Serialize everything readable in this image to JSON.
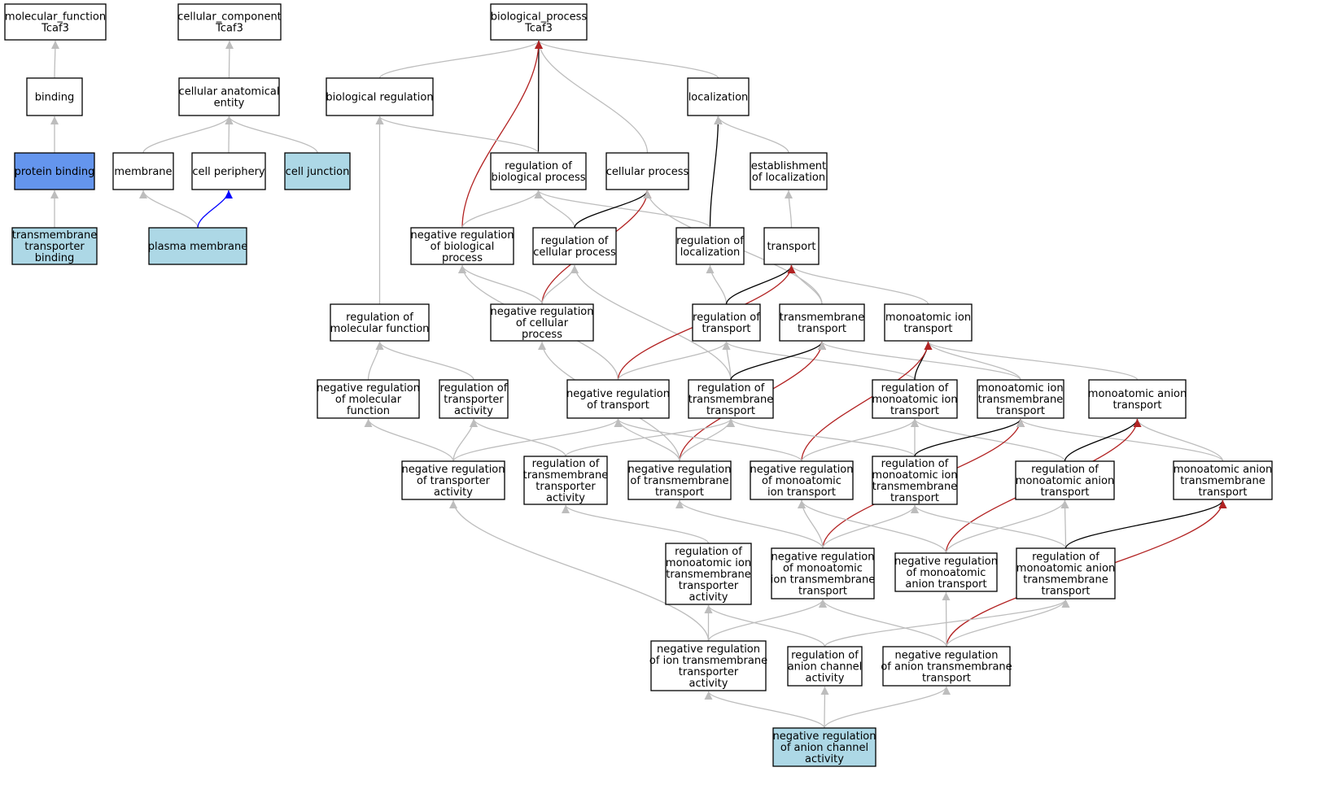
{
  "colors": {
    "plain": "#ffffff",
    "light_blue": "#add8e6",
    "cornflower": "#6495ed",
    "grey": "#bdbdbd",
    "black": "#000000",
    "red": "#b22222",
    "blue": "#0000ff"
  },
  "nodes": [
    {
      "id": "mf",
      "lines": [
        "molecular_function",
        "Tcaf3"
      ],
      "fill": "plain"
    },
    {
      "id": "cc",
      "lines": [
        "cellular_component",
        "Tcaf3"
      ],
      "fill": "plain"
    },
    {
      "id": "bp",
      "lines": [
        "biological_process",
        "Tcaf3"
      ],
      "fill": "plain"
    },
    {
      "id": "binding",
      "lines": [
        "binding"
      ],
      "fill": "plain"
    },
    {
      "id": "cae",
      "lines": [
        "cellular anatomical",
        "entity"
      ],
      "fill": "plain"
    },
    {
      "id": "bioreg",
      "lines": [
        "biological regulation"
      ],
      "fill": "plain"
    },
    {
      "id": "loc",
      "lines": [
        "localization"
      ],
      "fill": "plain"
    },
    {
      "id": "protbind",
      "lines": [
        "protein binding"
      ],
      "fill": "cornflower"
    },
    {
      "id": "membrane",
      "lines": [
        "membrane"
      ],
      "fill": "plain"
    },
    {
      "id": "cellper",
      "lines": [
        "cell periphery"
      ],
      "fill": "plain"
    },
    {
      "id": "celljunc",
      "lines": [
        "cell junction"
      ],
      "fill": "light_blue"
    },
    {
      "id": "regbp",
      "lines": [
        "regulation of",
        "biological process"
      ],
      "fill": "plain"
    },
    {
      "id": "cellproc",
      "lines": [
        "cellular process"
      ],
      "fill": "plain"
    },
    {
      "id": "estloc",
      "lines": [
        "establishment",
        "of localization"
      ],
      "fill": "plain"
    },
    {
      "id": "tmtb",
      "lines": [
        "transmembrane",
        "transporter",
        "binding"
      ],
      "fill": "light_blue"
    },
    {
      "id": "plasmam",
      "lines": [
        "plasma membrane"
      ],
      "fill": "light_blue"
    },
    {
      "id": "negregbp",
      "lines": [
        "negative regulation",
        "of biological",
        "process"
      ],
      "fill": "plain"
    },
    {
      "id": "regcp",
      "lines": [
        "regulation of",
        "cellular process"
      ],
      "fill": "plain"
    },
    {
      "id": "regloc",
      "lines": [
        "regulation of",
        "localization"
      ],
      "fill": "plain"
    },
    {
      "id": "transport",
      "lines": [
        "transport"
      ],
      "fill": "plain"
    },
    {
      "id": "regmf",
      "lines": [
        "regulation of",
        "molecular function"
      ],
      "fill": "plain"
    },
    {
      "id": "negregcp",
      "lines": [
        "negative regulation",
        "of cellular",
        "process"
      ],
      "fill": "plain"
    },
    {
      "id": "regtr",
      "lines": [
        "regulation of",
        "transport"
      ],
      "fill": "plain"
    },
    {
      "id": "tmt",
      "lines": [
        "transmembrane",
        "transport"
      ],
      "fill": "plain"
    },
    {
      "id": "mit",
      "lines": [
        "monoatomic ion",
        "transport"
      ],
      "fill": "plain"
    },
    {
      "id": "negregmf",
      "lines": [
        "negative regulation",
        "of molecular",
        "function"
      ],
      "fill": "plain"
    },
    {
      "id": "regta",
      "lines": [
        "regulation of",
        "transporter",
        "activity"
      ],
      "fill": "plain"
    },
    {
      "id": "negregtr",
      "lines": [
        "negative regulation",
        "of transport"
      ],
      "fill": "plain"
    },
    {
      "id": "regtmt",
      "lines": [
        "regulation of",
        "transmembrane",
        "transport"
      ],
      "fill": "plain"
    },
    {
      "id": "regmit",
      "lines": [
        "regulation of",
        "monoatomic ion",
        "transport"
      ],
      "fill": "plain"
    },
    {
      "id": "mitmt",
      "lines": [
        "monoatomic ion",
        "transmembrane",
        "transport"
      ],
      "fill": "plain"
    },
    {
      "id": "mat",
      "lines": [
        "monoatomic anion",
        "transport"
      ],
      "fill": "plain"
    },
    {
      "id": "negregta",
      "lines": [
        "negative regulation",
        "of transporter",
        "activity"
      ],
      "fill": "plain"
    },
    {
      "id": "regtmta",
      "lines": [
        "regulation of",
        "transmembrane",
        "transporter",
        "activity"
      ],
      "fill": "plain"
    },
    {
      "id": "negregtmt",
      "lines": [
        "negative regulation",
        "of transmembrane",
        "transport"
      ],
      "fill": "plain"
    },
    {
      "id": "negregmit",
      "lines": [
        "negative regulation",
        "of monoatomic",
        "ion transport"
      ],
      "fill": "plain"
    },
    {
      "id": "regmitmt",
      "lines": [
        "regulation of",
        "monoatomic ion",
        "transmembrane",
        "transport"
      ],
      "fill": "plain"
    },
    {
      "id": "regmat",
      "lines": [
        "regulation of",
        "monoatomic anion",
        "transport"
      ],
      "fill": "plain"
    },
    {
      "id": "matmt",
      "lines": [
        "monoatomic anion",
        "transmembrane",
        "transport"
      ],
      "fill": "plain"
    },
    {
      "id": "regmitmta",
      "lines": [
        "regulation of",
        "monoatomic ion",
        "transmembrane",
        "transporter",
        "activity"
      ],
      "fill": "plain"
    },
    {
      "id": "negregmitmt",
      "lines": [
        "negative regulation",
        "of monoatomic",
        "ion transmembrane",
        "transport"
      ],
      "fill": "plain"
    },
    {
      "id": "negregmat",
      "lines": [
        "negative regulation",
        "of monoatomic",
        "anion transport"
      ],
      "fill": "plain"
    },
    {
      "id": "regmatmt",
      "lines": [
        "regulation of",
        "monoatomic anion",
        "transmembrane",
        "transport"
      ],
      "fill": "plain"
    },
    {
      "id": "negregitmta",
      "lines": [
        "negative regulation",
        "of ion transmembrane",
        "transporter",
        "activity"
      ],
      "fill": "plain"
    },
    {
      "id": "regac",
      "lines": [
        "regulation of",
        "anion channel",
        "activity"
      ],
      "fill": "plain"
    },
    {
      "id": "negregatmt",
      "lines": [
        "negative regulation",
        "of anion transmembrane",
        "transport"
      ],
      "fill": "plain"
    },
    {
      "id": "negregaca",
      "lines": [
        "negative regulation",
        "of anion channel",
        "activity"
      ],
      "fill": "light_blue"
    }
  ],
  "edges": [
    {
      "from": "binding",
      "to": "mf",
      "color": "grey"
    },
    {
      "from": "protbind",
      "to": "binding",
      "color": "grey"
    },
    {
      "from": "tmtb",
      "to": "protbind",
      "color": "grey"
    },
    {
      "from": "cae",
      "to": "cc",
      "color": "grey"
    },
    {
      "from": "membrane",
      "to": "cae",
      "color": "grey"
    },
    {
      "from": "cellper",
      "to": "cae",
      "color": "grey"
    },
    {
      "from": "celljunc",
      "to": "cae",
      "color": "grey"
    },
    {
      "from": "plasmam",
      "to": "membrane",
      "color": "grey"
    },
    {
      "from": "plasmam",
      "to": "cellper",
      "color": "blue"
    },
    {
      "from": "bioreg",
      "to": "bp",
      "color": "grey"
    },
    {
      "from": "loc",
      "to": "bp",
      "color": "grey"
    },
    {
      "from": "regbp",
      "to": "bp",
      "color": "black"
    },
    {
      "from": "cellproc",
      "to": "bp",
      "color": "grey"
    },
    {
      "from": "negregbp",
      "to": "bp",
      "color": "red"
    },
    {
      "from": "regbp",
      "to": "bioreg",
      "color": "grey"
    },
    {
      "from": "regmf",
      "to": "bioreg",
      "color": "grey"
    },
    {
      "from": "regloc",
      "to": "loc",
      "color": "black"
    },
    {
      "from": "estloc",
      "to": "loc",
      "color": "grey"
    },
    {
      "from": "transport",
      "to": "estloc",
      "color": "grey"
    },
    {
      "from": "negregbp",
      "to": "regbp",
      "color": "grey"
    },
    {
      "from": "regcp",
      "to": "regbp",
      "color": "grey"
    },
    {
      "from": "regloc",
      "to": "regbp",
      "color": "grey"
    },
    {
      "from": "regcp",
      "to": "cellproc",
      "color": "black"
    },
    {
      "from": "negregcp",
      "to": "cellproc",
      "color": "red"
    },
    {
      "from": "tmt",
      "to": "cellproc",
      "color": "grey"
    },
    {
      "from": "negregcp",
      "to": "negregbp",
      "color": "grey"
    },
    {
      "from": "negregtr",
      "to": "negregbp",
      "color": "grey"
    },
    {
      "from": "negregcp",
      "to": "regcp",
      "color": "grey"
    },
    {
      "from": "regtmt",
      "to": "regcp",
      "color": "grey"
    },
    {
      "from": "regtr",
      "to": "regloc",
      "color": "grey"
    },
    {
      "from": "regtr",
      "to": "transport",
      "color": "black"
    },
    {
      "from": "tmt",
      "to": "transport",
      "color": "grey"
    },
    {
      "from": "mit",
      "to": "transport",
      "color": "grey"
    },
    {
      "from": "negregtr",
      "to": "transport",
      "color": "red"
    },
    {
      "from": "negregmf",
      "to": "regmf",
      "color": "grey"
    },
    {
      "from": "regta",
      "to": "regmf",
      "color": "grey"
    },
    {
      "from": "negregtmt",
      "to": "negregcp",
      "color": "grey"
    },
    {
      "from": "negregtr",
      "to": "regtr",
      "color": "grey"
    },
    {
      "from": "regtmt",
      "to": "regtr",
      "color": "grey"
    },
    {
      "from": "regmit",
      "to": "regtr",
      "color": "grey"
    },
    {
      "from": "regtmt",
      "to": "tmt",
      "color": "black"
    },
    {
      "from": "negregtmt",
      "to": "tmt",
      "color": "red"
    },
    {
      "from": "mitmt",
      "to": "tmt",
      "color": "grey"
    },
    {
      "from": "regmit",
      "to": "mit",
      "color": "black"
    },
    {
      "from": "mitmt",
      "to": "mit",
      "color": "grey"
    },
    {
      "from": "mat",
      "to": "mit",
      "color": "grey"
    },
    {
      "from": "negregmit",
      "to": "mit",
      "color": "red"
    },
    {
      "from": "negregta",
      "to": "negregmf",
      "color": "grey"
    },
    {
      "from": "negregta",
      "to": "regta",
      "color": "grey"
    },
    {
      "from": "regtmta",
      "to": "regta",
      "color": "grey"
    },
    {
      "from": "negregta",
      "to": "negregtr",
      "color": "grey"
    },
    {
      "from": "negregtmt",
      "to": "negregtr",
      "color": "grey"
    },
    {
      "from": "negregmit",
      "to": "negregtr",
      "color": "grey"
    },
    {
      "from": "regtmta",
      "to": "regtmt",
      "color": "grey"
    },
    {
      "from": "negregtmt",
      "to": "regtmt",
      "color": "grey"
    },
    {
      "from": "regmitmt",
      "to": "regtmt",
      "color": "grey"
    },
    {
      "from": "negregmit",
      "to": "regmit",
      "color": "grey"
    },
    {
      "from": "regmitmt",
      "to": "regmit",
      "color": "grey"
    },
    {
      "from": "regmat",
      "to": "regmit",
      "color": "grey"
    },
    {
      "from": "regmitmt",
      "to": "mitmt",
      "color": "black"
    },
    {
      "from": "negregmitmt",
      "to": "mitmt",
      "color": "red"
    },
    {
      "from": "matmt",
      "to": "mitmt",
      "color": "grey"
    },
    {
      "from": "regmat",
      "to": "mat",
      "color": "black"
    },
    {
      "from": "matmt",
      "to": "mat",
      "color": "grey"
    },
    {
      "from": "negregmat",
      "to": "mat",
      "color": "red"
    },
    {
      "from": "negregitmta",
      "to": "negregta",
      "color": "grey"
    },
    {
      "from": "regmitmta",
      "to": "regtmta",
      "color": "grey"
    },
    {
      "from": "negregmitmt",
      "to": "negregtmt",
      "color": "grey"
    },
    {
      "from": "negregmitmt",
      "to": "negregmit",
      "color": "grey"
    },
    {
      "from": "negregmat",
      "to": "negregmit",
      "color": "grey"
    },
    {
      "from": "negregmitmt",
      "to": "regmitmt",
      "color": "grey"
    },
    {
      "from": "regmatmt",
      "to": "regmitmt",
      "color": "grey"
    },
    {
      "from": "negregmat",
      "to": "regmat",
      "color": "grey"
    },
    {
      "from": "regmatmt",
      "to": "regmat",
      "color": "grey"
    },
    {
      "from": "regmatmt",
      "to": "matmt",
      "color": "black"
    },
    {
      "from": "negregatmt",
      "to": "matmt",
      "color": "red"
    },
    {
      "from": "negregitmta",
      "to": "regmitmta",
      "color": "grey"
    },
    {
      "from": "negregitmta",
      "to": "negregmitmt",
      "color": "grey"
    },
    {
      "from": "regac",
      "to": "regmitmta",
      "color": "grey"
    },
    {
      "from": "negregatmt",
      "to": "negregmitmt",
      "color": "grey"
    },
    {
      "from": "negregatmt",
      "to": "negregmat",
      "color": "grey"
    },
    {
      "from": "negregatmt",
      "to": "regmatmt",
      "color": "grey"
    },
    {
      "from": "regac",
      "to": "regmatmt",
      "color": "grey"
    },
    {
      "from": "negregaca",
      "to": "negregitmta",
      "color": "grey"
    },
    {
      "from": "negregaca",
      "to": "regac",
      "color": "grey"
    },
    {
      "from": "negregaca",
      "to": "negregatmt",
      "color": "grey"
    }
  ]
}
